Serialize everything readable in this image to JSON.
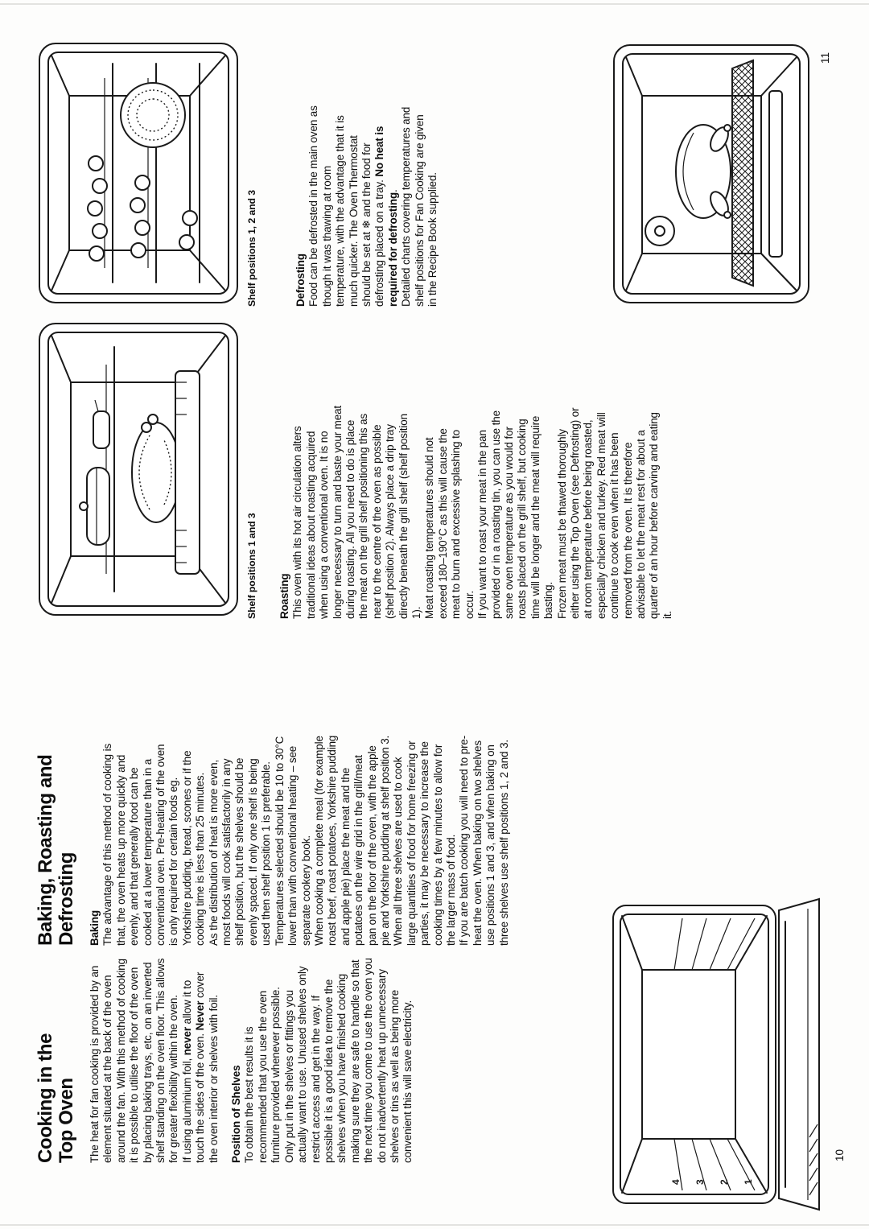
{
  "page10": {
    "page_number": "10",
    "title": [
      "Cooking in the",
      "Top Oven"
    ],
    "col1": {
      "p1": "The heat for fan cooking is provided by an element situated at the back of the oven around the fan. With this method of cooking it is possible to utilise the floor of the oven by placing baking trays, etc, on an inverted shelf standing on the oven floor. This allows for greater flexibility within the oven.",
      "p2a": "If using aluminium foil, ",
      "p2b": "never",
      "p2c": " allow it to touch the sides of the oven. ",
      "p2d": "Never",
      "p2e": " cover the oven interior or shelves with foil.",
      "shelves_heading": "Position of Shelves",
      "p3": "To obtain the best results it is recommended that you use the oven furniture provided whenever possible.",
      "p4": "Only put in the shelves or fittings you actually want to use. Unused shelves only restrict access and get in the way. If possible it is a good idea to remove the shelves when you have finished cooking making sure they are safe to handle so that the next time you come to use the oven you do not inadvertently heat up unnecessary shelves or tins as well as being more convenient this will save electricity."
    },
    "col2": {
      "heading": [
        "Baking, Roasting and",
        "Defrosting"
      ],
      "baking_heading": "Baking",
      "p1": "The advantage of this method of cooking is that, the oven heats up more quickly and evenly, and that generally food can be cooked at a lower temperature than in a conventional oven. Pre-heating of the oven is only required for certain foods eg. Yorkshire pudding, bread, scones or if the cooking time is less than 25 minutes.",
      "p2": "As the distribution of heat is more even, most foods will cook satisfactorily in any shelf position, but the shelves should be evenly spaced. If only one shelf is being used then shelf position 1 is preferable. Temperatures selected should be 10 to 30°C lower than with conventional heating – see separate cookery book.",
      "p3": "When cooking a complete meal (for example roast beef, roast potatoes, Yorkshire pudding and apple pie) place the meat and the potatoes on the wire grid in the grill/meat pan on the floor of the oven, with the apple pie and Yorkshire pudding at shelf position 3.",
      "p4": "When all three shelves are used to cook large quantities of food for home freezing or parties, it may be necessary to increase the cooking times by a few minutes to allow for the larger mass of food.",
      "p5": "If you are batch cooking you will need to pre-heat the oven. When baking on two shelves use positions 1 and 3, and when baking on three shelves use shelf positions 1, 2 and 3."
    },
    "oven_shelf_labels": [
      "4",
      "3",
      "2",
      "1"
    ],
    "illustration": "open-empty-top-oven-with-numbered-shelf-positions"
  },
  "page11": {
    "page_number": "11",
    "caption_left": "Shelf positions 1 and 3",
    "caption_right": "Shelf positions 1, 2 and 3",
    "roasting": {
      "heading": "Roasting",
      "p1": "This oven with its hot air circulation alters traditional ideas about roasting acquired when using a conventional oven. It is no longer necessary to turn and baste your meat during roasting. All you need to do is place the meat on the grill shelf positioning this as near to the centre of the oven as possible (shelf position 2). Always place a drip tray directly beneath the grill shelf (shelf position 1).",
      "p2": "Meat roasting temperatures should not exceed 180–190°C as this will cause the meat to burn and excessive splashing to occur.",
      "p3": "If you want to roast your meat in the pan provided or in a roasting tin, you can use the same oven temperature as you would for roasts placed on the grill shelf, but cooking time will be longer and the meat will require basting.",
      "p4": "Frozen meat must be thawed thoroughly either using the Top Oven (see Defrosting) or at room temperature before being roasted, especially chicken and turkey. Red meat will continue to cook even when it has been removed from the oven. It is therefore advisable to let the meat rest for about a quarter of an hour before carving and eating it."
    },
    "defrosting": {
      "heading": "Defrosting",
      "p1a": "Food can be defrosted in the main oven as though it was thawing at room temperature, with the advantage that it is much quicker. The Oven Thermostat should be set at ",
      "defrost_symbol": "❄",
      "p1b": " and the food for defrosting placed on a tray. ",
      "p1_bold": "No heat is required for defrosting",
      "p1_end": ".",
      "p2": "Detailed charts covering temperatures and shelf positions for Fan Cooking are given in the Recipe Book supplied."
    },
    "illustration_left": "oven-with-roast-joint-in-grill-pan",
    "illustration_right": "oven-with-three-shelves-of-baking",
    "illustration_defrost": "oven-with-chicken-defrosting-on-wire-shelf"
  }
}
